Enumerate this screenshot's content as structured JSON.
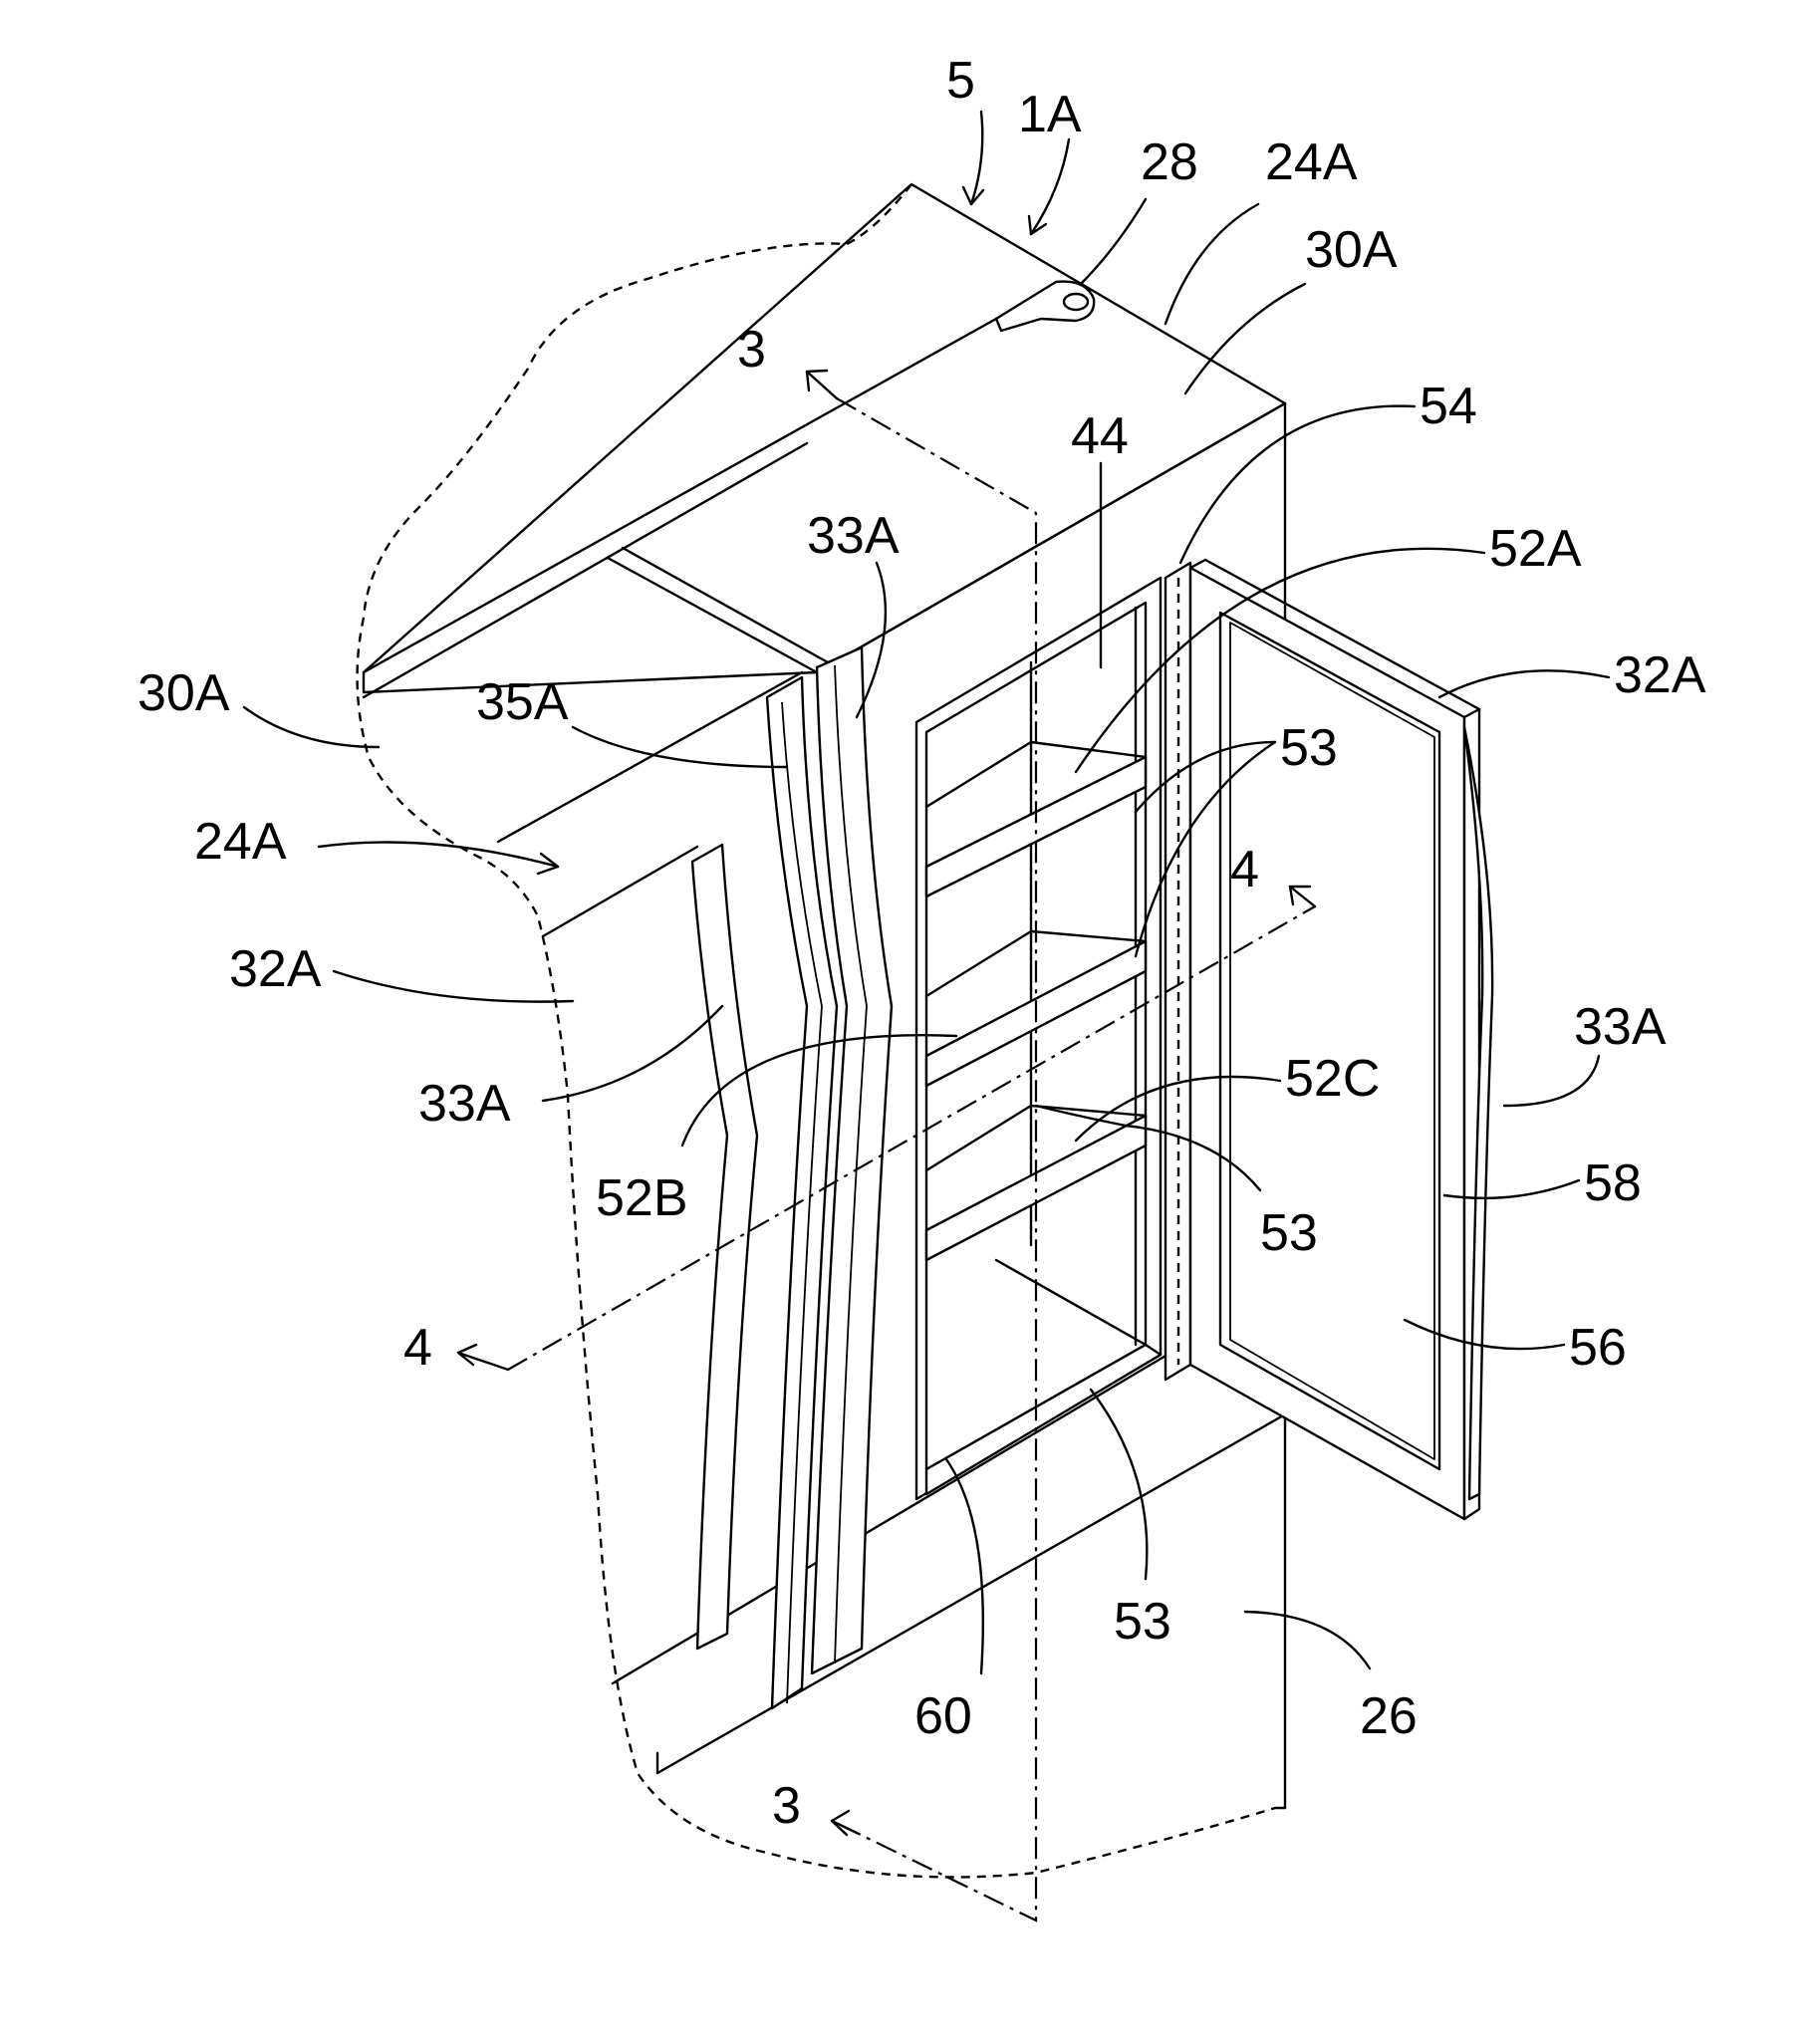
{
  "labels": {
    "l5": "5",
    "l1A": "1A",
    "l28": "28",
    "l24A_top": "24A",
    "l30A_top": "30A",
    "l3_top": "3",
    "l54": "54",
    "l44": "44",
    "l52A": "52A",
    "l33A_mid": "33A",
    "l32A_right": "32A",
    "l30A_left": "30A",
    "l35A": "35A",
    "l53_a": "53",
    "l24A_left": "24A",
    "l4_right": "4",
    "l32A_left": "32A",
    "l33A_right": "33A",
    "l33A_left": "33A",
    "l52C": "52C",
    "l52B": "52B",
    "l58": "58",
    "l53_b": "53",
    "l4_left": "4",
    "l56": "56",
    "l53_c": "53",
    "l60": "60",
    "l26": "26",
    "l3_bottom": "3"
  }
}
